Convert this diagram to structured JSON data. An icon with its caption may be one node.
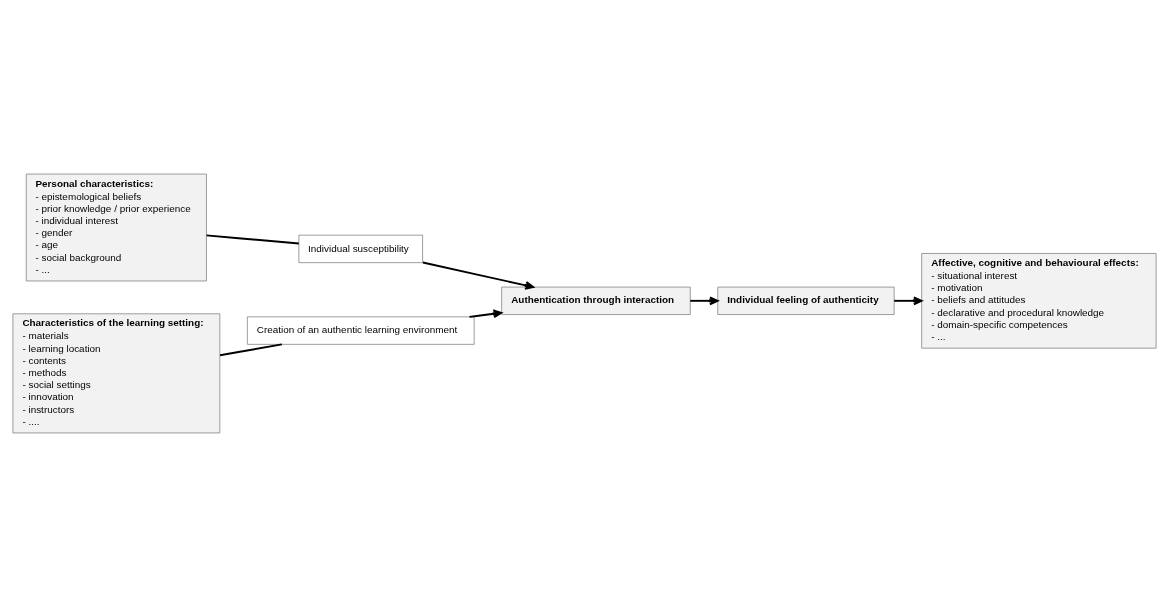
{
  "diagram": {
    "nodes": [
      {
        "text": [
          "Personal characteristics:",
          "- epistemological beliefs",
          "- prior knowledge / prior experience",
          "- individual interest",
          "- gender",
          "- age",
          "- social background",
          "- ..."
        ]
      },
      {
        "text": [
          "Individual susceptibility"
        ]
      },
      {
        "text": [
          "Authentication through interaction"
        ]
      },
      {
        "text": [
          "Individual feeling of authenticity"
        ]
      },
      {
        "text": [
          "Affective, cognitive and behavioural effects:",
          "- situational interest",
          "- motivation",
          "- beliefs and attitudes",
          "- declarative and procedural knowledge",
          "- domain-specific competences",
          "- ..."
        ]
      },
      {
        "text": [
          "Characteristics of the learning setting:",
          "- materials",
          "- learning location",
          "- contents",
          "- methods",
          "- social settings",
          "- innovation",
          "- instructors",
          "- ...."
        ]
      },
      {
        "text": [
          "Creation of an authentic learning environment"
        ]
      }
    ],
    "edges": [
      {
        "from": 0,
        "to": 1,
        "arrow": "none"
      },
      {
        "from": 1,
        "to": 2,
        "arrow": "to"
      },
      {
        "from": 5,
        "to": 6,
        "arrow": "none"
      },
      {
        "from": 6,
        "to": 2,
        "arrow": "to"
      },
      {
        "from": 2,
        "to": 3,
        "arrow": "to"
      },
      {
        "from": 3,
        "to": 4,
        "arrow": "to"
      }
    ]
  }
}
